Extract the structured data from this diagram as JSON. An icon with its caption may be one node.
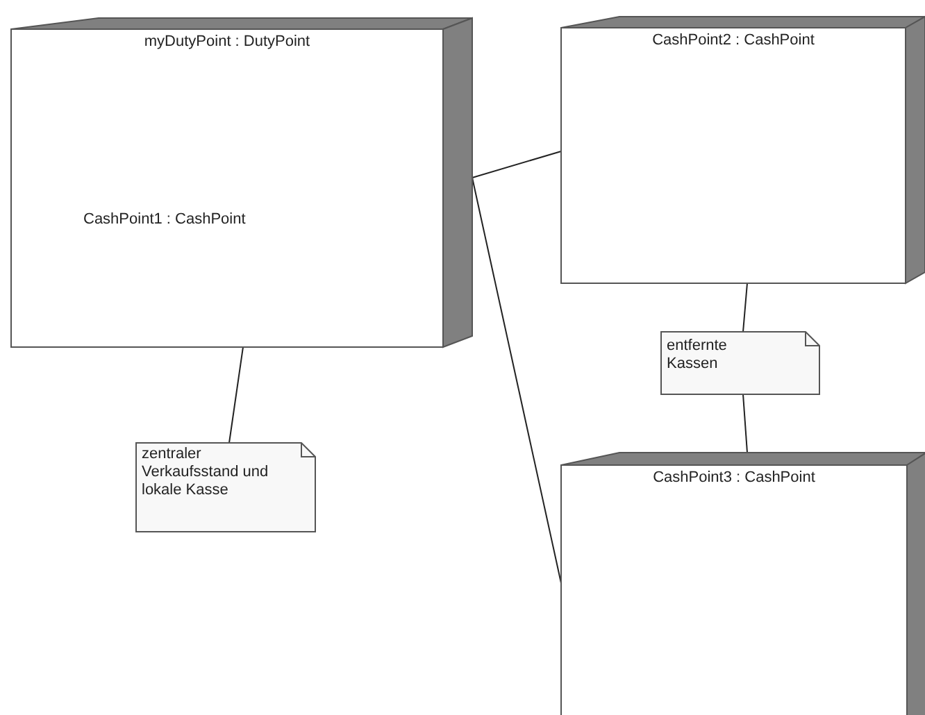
{
  "diagram": {
    "nodes": [
      {
        "text": [
          "myDutyPoint : DutyPoint",
          "CashPoint1 : CashPoint"
        ]
      },
      {
        "text": [
          "zentraler Verkaufsstand und lokale Kasse"
        ]
      },
      {
        "text": [
          "CashPoint2 : CashPoint"
        ]
      },
      {
        "text": [
          "entfernte Kassen"
        ]
      },
      {
        "text": [
          "CashPoint3 : CashPoint"
        ]
      }
    ],
    "edges": [
      {
        "from": 0,
        "to": 1,
        "arrow": "none"
      },
      {
        "from": 0,
        "to": 2,
        "arrow": "none"
      },
      {
        "from": 0,
        "to": 4,
        "arrow": "none"
      },
      {
        "from": 2,
        "to": 3,
        "arrow": "none"
      },
      {
        "from": 3,
        "to": 4,
        "arrow": "none"
      }
    ]
  }
}
